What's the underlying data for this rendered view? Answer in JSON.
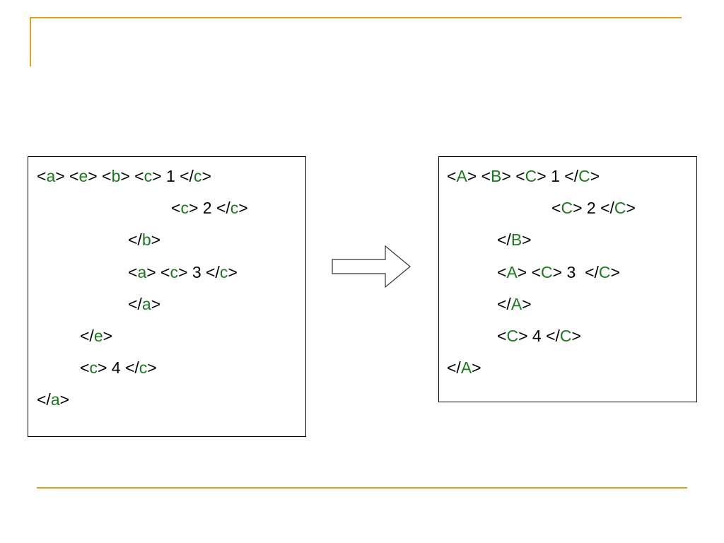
{
  "colors": {
    "accent": "#d9a31e",
    "tag": "#1a7a1a",
    "text": "#000000"
  },
  "left_box": {
    "lines": [
      {
        "parts": [
          {
            "t": "<"
          },
          {
            "t": "a",
            "tag": true
          },
          {
            "t": "> <"
          },
          {
            "t": "e",
            "tag": true
          },
          {
            "t": "> <"
          },
          {
            "t": "b",
            "tag": true
          },
          {
            "t": "> <"
          },
          {
            "t": "c",
            "tag": true
          },
          {
            "t": "> 1 </"
          },
          {
            "t": "c",
            "tag": true
          },
          {
            "t": ">"
          }
        ]
      },
      {
        "parts": [
          {
            "t": "<"
          },
          {
            "t": "c",
            "tag": true
          },
          {
            "t": "> 2 </"
          },
          {
            "t": "c",
            "tag": true
          },
          {
            "t": ">"
          }
        ]
      },
      {
        "parts": [
          {
            "t": "</"
          },
          {
            "t": "b",
            "tag": true
          },
          {
            "t": ">"
          }
        ]
      },
      {
        "parts": [
          {
            "t": "<"
          },
          {
            "t": "a",
            "tag": true
          },
          {
            "t": "> <"
          },
          {
            "t": "c",
            "tag": true
          },
          {
            "t": "> 3 </"
          },
          {
            "t": "c",
            "tag": true
          },
          {
            "t": ">"
          }
        ]
      },
      {
        "parts": [
          {
            "t": "</"
          },
          {
            "t": "a",
            "tag": true
          },
          {
            "t": ">"
          }
        ]
      },
      {
        "parts": [
          {
            "t": "</"
          },
          {
            "t": "e",
            "tag": true
          },
          {
            "t": ">"
          }
        ]
      },
      {
        "parts": [
          {
            "t": "<"
          },
          {
            "t": "c",
            "tag": true
          },
          {
            "t": "> 4 </"
          },
          {
            "t": "c",
            "tag": true
          },
          {
            "t": ">"
          }
        ]
      },
      {
        "parts": [
          {
            "t": "</"
          },
          {
            "t": "a",
            "tag": true
          },
          {
            "t": ">"
          }
        ]
      }
    ]
  },
  "right_box": {
    "lines": [
      {
        "parts": [
          {
            "t": "<"
          },
          {
            "t": "A",
            "tag": true
          },
          {
            "t": "> <"
          },
          {
            "t": "B",
            "tag": true
          },
          {
            "t": "> <"
          },
          {
            "t": "C",
            "tag": true
          },
          {
            "t": "> 1 </"
          },
          {
            "t": "C",
            "tag": true
          },
          {
            "t": ">"
          }
        ]
      },
      {
        "parts": [
          {
            "t": "<"
          },
          {
            "t": "C",
            "tag": true
          },
          {
            "t": "> 2 </"
          },
          {
            "t": "C",
            "tag": true
          },
          {
            "t": ">"
          }
        ]
      },
      {
        "parts": [
          {
            "t": "</"
          },
          {
            "t": "B",
            "tag": true
          },
          {
            "t": ">"
          }
        ]
      },
      {
        "parts": [
          {
            "t": "<"
          },
          {
            "t": "A",
            "tag": true
          },
          {
            "t": "> <"
          },
          {
            "t": "C",
            "tag": true
          },
          {
            "t": "> 3  </"
          },
          {
            "t": "C",
            "tag": true
          },
          {
            "t": ">"
          }
        ]
      },
      {
        "parts": [
          {
            "t": "</"
          },
          {
            "t": "A",
            "tag": true
          },
          {
            "t": ">"
          }
        ]
      },
      {
        "parts": [
          {
            "t": "<"
          },
          {
            "t": "C",
            "tag": true
          },
          {
            "t": "> 4 </"
          },
          {
            "t": "C",
            "tag": true
          },
          {
            "t": ">"
          }
        ]
      },
      {
        "parts": [
          {
            "t": "</"
          },
          {
            "t": "A",
            "tag": true
          },
          {
            "t": ">"
          }
        ]
      }
    ]
  },
  "arrow": {
    "icon": "right-arrow-icon"
  }
}
